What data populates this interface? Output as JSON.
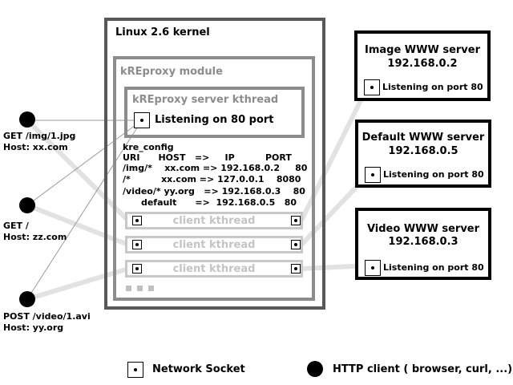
{
  "kernel": {
    "title": "Linux 2.6 kernel"
  },
  "module": {
    "title": "kREproxy module"
  },
  "server_thread": {
    "title": "kREproxy server kthread",
    "socket_label": "Listening on 80 port"
  },
  "config": {
    "title": "kre_config",
    "header": "URI      HOST   =>     IP          PORT",
    "rows": [
      "/img/*    xx.com => 192.168.0.2     80",
      "/*          xx.com => 127.0.0.1    8080",
      "/video/* yy.org   => 192.168.0.3    80",
      "      default      =>  192.168.0.5   80"
    ]
  },
  "client_threads": [
    "client kthread",
    "client kthread",
    "client kthread"
  ],
  "servers": [
    {
      "title": "Image WWW server",
      "ip": "192.168.0.2",
      "label": "Listening on port 80"
    },
    {
      "title": "Default WWW server",
      "ip": "192.168.0.5",
      "label": "Listening on port 80"
    },
    {
      "title": "Video WWW server",
      "ip": "192.168.0.3",
      "label": "Listening on port 80"
    }
  ],
  "requests": [
    {
      "line1": "GET /img/1.jpg",
      "line2": "Host: xx.com"
    },
    {
      "line1": "GET /",
      "line2": "Host: zz.com"
    },
    {
      "line1": "POST /video/1.avi",
      "line2": "Host: yy.org"
    }
  ],
  "legend": {
    "socket": "Network Socket",
    "client": "HTTP client ( browser, curl, ...)"
  },
  "colors": {
    "kernel_border": "#585858",
    "module_border": "#8c8c8c",
    "thread_border": "#c8c8c8",
    "connection_line": "#e2e2e2"
  }
}
